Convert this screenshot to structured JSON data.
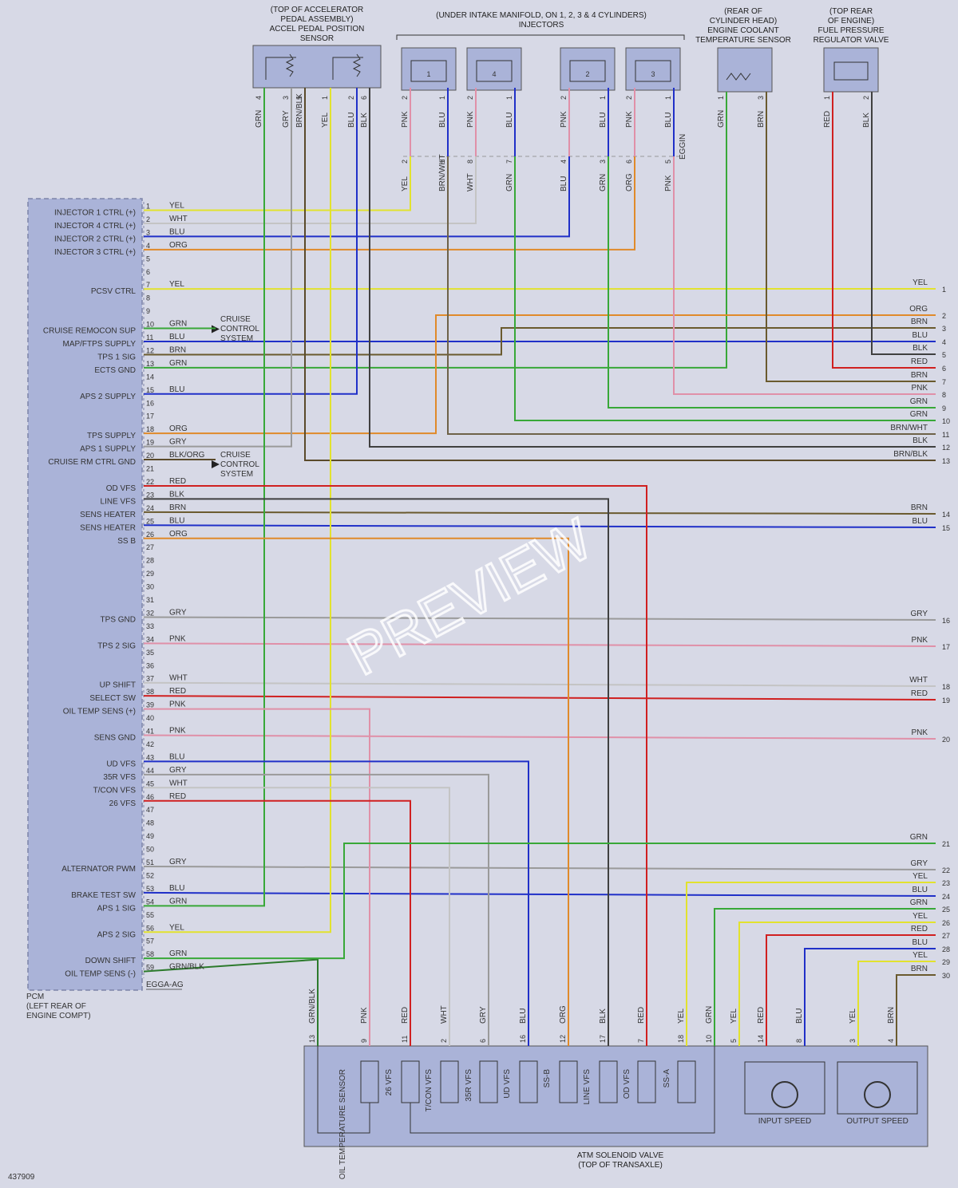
{
  "colors": {
    "YEL": "#e2e22e",
    "WHT": "#c4c4c4",
    "BLU": "#2030c8",
    "ORG": "#e08a2a",
    "GRN": "#38a838",
    "BRN": "#6a5a2e",
    "GRY": "#9a9a9a",
    "BLK": "#404040",
    "RED": "#d02020",
    "PNK": "#e090a8",
    "BRN/WHT": "#6e6248",
    "BRN/BLK": "#5a4a2a",
    "BLK/ORG": "#5a4a2a",
    "GRN/BLK": "#2c7a2c"
  },
  "pcm": {
    "caption": [
      "PCM",
      "(LEFT REAR OF",
      "ENGINE COMPT)"
    ],
    "connector": "EGGA-AG"
  },
  "pcm_pins": [
    {
      "n": "1",
      "c": "YEL",
      "f": "INJECTOR 1 CTRL (+)"
    },
    {
      "n": "2",
      "c": "WHT",
      "f": "INJECTOR 4 CTRL (+)"
    },
    {
      "n": "3",
      "c": "BLU",
      "f": "INJECTOR 2 CTRL (+)"
    },
    {
      "n": "4",
      "c": "ORG",
      "f": "INJECTOR 3 CTRL (+)"
    },
    {
      "n": "5"
    },
    {
      "n": "6"
    },
    {
      "n": "7",
      "c": "YEL",
      "f": "PCSV CTRL"
    },
    {
      "n": "8"
    },
    {
      "n": "9"
    },
    {
      "n": "10",
      "c": "GRN",
      "f": "CRUISE REMOCON SUP"
    },
    {
      "n": "11",
      "c": "BLU",
      "f": "MAP/FTPS SUPPLY"
    },
    {
      "n": "12",
      "c": "BRN",
      "f": "TPS 1 SIG"
    },
    {
      "n": "13",
      "c": "GRN",
      "f": "ECTS GND"
    },
    {
      "n": "14"
    },
    {
      "n": "15",
      "c": "BLU",
      "f": "APS 2 SUPPLY"
    },
    {
      "n": "16"
    },
    {
      "n": "17"
    },
    {
      "n": "18",
      "c": "ORG",
      "f": "TPS SUPPLY"
    },
    {
      "n": "19",
      "c": "GRY",
      "f": "APS 1 SUPPLY"
    },
    {
      "n": "20",
      "c": "BLK/ORG",
      "f": "CRUISE RM CTRL GND"
    },
    {
      "n": "21"
    },
    {
      "n": "22",
      "c": "RED",
      "f": "OD VFS"
    },
    {
      "n": "23",
      "c": "BLK",
      "f": "LINE VFS"
    },
    {
      "n": "24",
      "c": "BRN",
      "f": "SENS HEATER"
    },
    {
      "n": "25",
      "c": "BLU",
      "f": "SENS HEATER"
    },
    {
      "n": "26",
      "c": "ORG",
      "f": "SS B"
    },
    {
      "n": "27"
    },
    {
      "n": "28"
    },
    {
      "n": "29"
    },
    {
      "n": "30"
    },
    {
      "n": "31"
    },
    {
      "n": "32",
      "c": "GRY",
      "f": "TPS GND"
    },
    {
      "n": "33"
    },
    {
      "n": "34",
      "c": "PNK",
      "f": "TPS 2 SIG"
    },
    {
      "n": "35"
    },
    {
      "n": "36"
    },
    {
      "n": "37",
      "c": "WHT",
      "f": "UP SHIFT"
    },
    {
      "n": "38",
      "c": "RED",
      "f": "SELECT SW"
    },
    {
      "n": "39",
      "c": "PNK",
      "f": "OIL TEMP SENS (+)"
    },
    {
      "n": "40"
    },
    {
      "n": "41",
      "c": "PNK",
      "f": "SENS GND"
    },
    {
      "n": "42"
    },
    {
      "n": "43",
      "c": "BLU",
      "f": "UD VFS"
    },
    {
      "n": "44",
      "c": "GRY",
      "f": "35R VFS"
    },
    {
      "n": "45",
      "c": "WHT",
      "f": "T/CON VFS"
    },
    {
      "n": "46",
      "c": "RED",
      "f": "26 VFS"
    },
    {
      "n": "47"
    },
    {
      "n": "48"
    },
    {
      "n": "49"
    },
    {
      "n": "50"
    },
    {
      "n": "51",
      "c": "GRY",
      "f": "ALTERNATOR PWM"
    },
    {
      "n": "52"
    },
    {
      "n": "53",
      "c": "BLU",
      "f": "BRAKE TEST SW"
    },
    {
      "n": "54",
      "c": "GRN",
      "f": "APS 1 SIG"
    },
    {
      "n": "55"
    },
    {
      "n": "56",
      "c": "YEL",
      "f": "APS 2 SIG"
    },
    {
      "n": "57"
    },
    {
      "n": "58",
      "c": "GRN",
      "f": "DOWN SHIFT"
    },
    {
      "n": "59",
      "c": "GRN/BLK",
      "f": "OIL TEMP SENS (-)"
    }
  ],
  "cruise_label": [
    "CRUISE",
    "CONTROL",
    "SYSTEM"
  ],
  "right_wires": [
    {
      "n": "1",
      "c": "YEL"
    },
    {
      "n": "2",
      "c": "ORG"
    },
    {
      "n": "3",
      "c": "BRN"
    },
    {
      "n": "4",
      "c": "BLU"
    },
    {
      "n": "5",
      "c": "BLK"
    },
    {
      "n": "6",
      "c": "RED"
    },
    {
      "n": "7",
      "c": "BRN"
    },
    {
      "n": "8",
      "c": "PNK"
    },
    {
      "n": "9",
      "c": "GRN"
    },
    {
      "n": "10",
      "c": "GRN"
    },
    {
      "n": "11",
      "c": "BRN/WHT"
    },
    {
      "n": "12",
      "c": "BLK"
    },
    {
      "n": "13",
      "c": "BRN/BLK"
    },
    {
      "n": "14",
      "c": "BRN"
    },
    {
      "n": "15",
      "c": "BLU"
    },
    {
      "n": "16",
      "c": "GRY"
    },
    {
      "n": "17",
      "c": "PNK"
    },
    {
      "n": "18",
      "c": "WHT"
    },
    {
      "n": "19",
      "c": "RED"
    },
    {
      "n": "20",
      "c": "PNK"
    },
    {
      "n": "21",
      "c": "GRN"
    },
    {
      "n": "22",
      "c": "GRY"
    },
    {
      "n": "23",
      "c": "YEL"
    },
    {
      "n": "24",
      "c": "BLU"
    },
    {
      "n": "25",
      "c": "GRN"
    },
    {
      "n": "26",
      "c": "YEL"
    },
    {
      "n": "27",
      "c": "RED"
    },
    {
      "n": "28",
      "c": "BLU"
    },
    {
      "n": "29",
      "c": "YEL"
    },
    {
      "n": "30",
      "c": "BRN"
    }
  ],
  "top_components": {
    "aps": {
      "title": [
        "(TOP OF ACCELERATOR",
        "PEDAL ASSEMBLY)",
        "ACCEL PEDAL POSITION",
        "SENSOR"
      ],
      "wires": [
        {
          "p": "4",
          "c": "GRN"
        },
        {
          "p": "3",
          "c": "GRY"
        },
        {
          "p": "5",
          "c": "BRN/BLK"
        },
        {
          "p": "1",
          "c": "YEL"
        },
        {
          "p": "2",
          "c": "BLU"
        },
        {
          "p": "6",
          "c": "BLK"
        }
      ]
    },
    "injectors": {
      "title": [
        "(UNDER INTAKE MANIFOLD, ON 1, 2, 3 & 4 CYLINDERS)",
        "INJECTORS"
      ],
      "units": [
        {
          "num": "1",
          "wires": [
            {
              "p": "2",
              "c": "PNK"
            },
            {
              "p": "1",
              "c": "BLU"
            }
          ]
        },
        {
          "num": "4",
          "wires": [
            {
              "p": "2",
              "c": "PNK"
            },
            {
              "p": "1",
              "c": "BLU"
            }
          ]
        },
        {
          "num": "2",
          "wires": [
            {
              "p": "2",
              "c": "PNK"
            },
            {
              "p": "1",
              "c": "BLU"
            }
          ]
        },
        {
          "num": "3",
          "wires": [
            {
              "p": "2",
              "c": "PNK"
            },
            {
              "p": "1",
              "c": "BLU"
            }
          ]
        }
      ],
      "harness": [
        {
          "p": "2",
          "c": "YEL"
        },
        {
          "p": "1",
          "c": "BRN/WHT"
        },
        {
          "p": "8",
          "c": "WHT"
        },
        {
          "p": "7",
          "c": "GRN"
        },
        {
          "p": "4",
          "c": "BLU"
        },
        {
          "p": "3",
          "c": "GRN"
        },
        {
          "p": "6",
          "c": "ORG"
        },
        {
          "p": "5",
          "c": "PNK"
        }
      ],
      "connector": "EGGIN"
    },
    "ects": {
      "title": [
        "(REAR OF",
        "CYLINDER HEAD)",
        "ENGINE COOLANT",
        "TEMPERATURE SENSOR"
      ],
      "wires": [
        {
          "p": "1",
          "c": "GRN"
        },
        {
          "p": "3",
          "c": "BRN"
        }
      ]
    },
    "fprv": {
      "title": [
        "(TOP REAR",
        "OF ENGINE)",
        "FUEL PRESSURE",
        "REGULATOR VALVE"
      ],
      "wires": [
        {
          "p": "1",
          "c": "RED"
        },
        {
          "p": "2",
          "c": "BLK"
        }
      ]
    }
  },
  "atm": {
    "title": [
      "ATM SOLENOID VALVE",
      "(TOP OF TRANSAXLE)"
    ],
    "wires": [
      {
        "p": "13",
        "c": "GRN/BLK"
      },
      {
        "p": "9",
        "c": "PNK"
      },
      {
        "p": "11",
        "c": "RED"
      },
      {
        "p": "2",
        "c": "WHT"
      },
      {
        "p": "6",
        "c": "GRY"
      },
      {
        "p": "16",
        "c": "BLU"
      },
      {
        "p": "12",
        "c": "ORG"
      },
      {
        "p": "17",
        "c": "BLK"
      },
      {
        "p": "7",
        "c": "RED"
      },
      {
        "p": "18",
        "c": "YEL"
      },
      {
        "p": "10",
        "c": "GRN"
      },
      {
        "p": "5",
        "c": "YEL"
      },
      {
        "p": "14",
        "c": "RED"
      },
      {
        "p": "8",
        "c": "BLU"
      },
      {
        "p": "3",
        "c": "YEL"
      },
      {
        "p": "4",
        "c": "BRN"
      }
    ],
    "elements": [
      "OIL TEMPERATURE SENSOR",
      "26 VFS",
      "T/CON VFS",
      "35R VFS",
      "UD VFS",
      "SS-B",
      "LINE VFS",
      "OD VFS",
      "SS-A"
    ],
    "speed": [
      "INPUT SPEED",
      "OUTPUT SPEED"
    ]
  },
  "figure_id": "437909",
  "watermark": "PREVIEW"
}
